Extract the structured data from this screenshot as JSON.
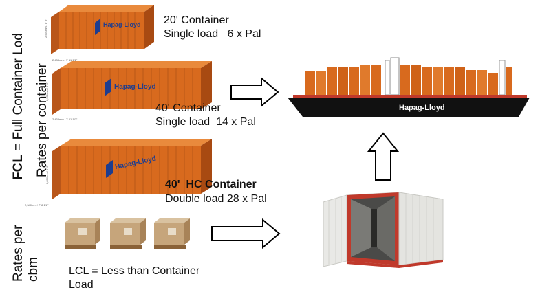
{
  "side_labels": {
    "fcl_abbrev": "FCL",
    "fcl_full": " = Full Container Lod",
    "rates_container": "Rates per container",
    "rates_cbm_line1": "Rates per",
    "rates_cbm_line2": "cbm"
  },
  "containers": [
    {
      "title": "20' Container",
      "detail": "Single load   6 x Pal",
      "brand": "Hapag-Lloyd",
      "dim_height": "2,591mm / 8' 6\"",
      "dim_width": "2,438mm / 7' 11 1/2\""
    },
    {
      "title": "40' Container",
      "detail": "Single load  14 x Pal",
      "brand": "Hapag-Lloyd",
      "dim_height": "2,591mm / 8' 6\"",
      "dim_width": "2,438mm / 7' 11 1/2\""
    },
    {
      "title": "40'  HC Container",
      "detail": "Double load 28 x Pal",
      "brand": "Hapag-Lloyd",
      "dim_height": "2,896mm / 9' 6\"",
      "dim_width": "2,340mm / 7' 8 1/8\""
    }
  ],
  "lcl": {
    "line1": "LCL = Less than Container",
    "line2": "Load"
  },
  "ship": {
    "brand": "Hapag-Lloyd"
  },
  "colors": {
    "container_orange": "#d86a1e",
    "container_dark": "#a84a12",
    "ship_hull": "#111111",
    "ship_red": "#c0392b",
    "logo_blue": "#1d3d8f"
  }
}
